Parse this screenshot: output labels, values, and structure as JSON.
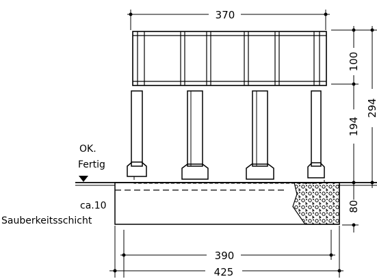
{
  "drawing": {
    "colors": {
      "ink": "#000000",
      "background": "#ffffff"
    },
    "dimensions": {
      "top_width": "370",
      "rail_height": "100",
      "post_height": "194",
      "total_height": "294",
      "foundation_depth": "80",
      "base_width_inner": "390",
      "base_width_outer": "425"
    },
    "labels": {
      "finished_level_line1": "OK.",
      "finished_level_line2": "Fertig",
      "blinding_line1": "ca.10",
      "blinding_line2": "Sauberkeitsschicht"
    },
    "symbols": {
      "level_marker": "level-triangle-icon"
    }
  }
}
